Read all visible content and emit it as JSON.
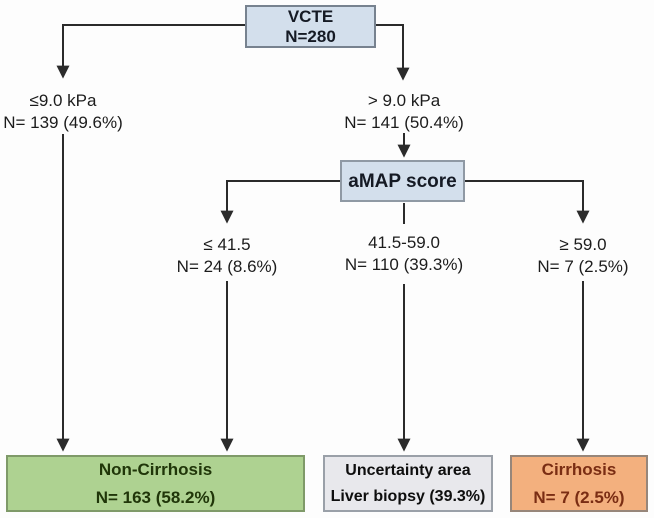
{
  "flowchart": {
    "root": {
      "title": "VCTE",
      "subtitle": "N=280"
    },
    "branch_low": {
      "line1": "≤9.0 kPa",
      "line2": "N= 139 (49.6%)"
    },
    "branch_high": {
      "line1": "> 9.0 kPa",
      "line2": "N= 141 (50.4%)"
    },
    "amap": {
      "title": "aMAP score"
    },
    "sub_low": {
      "line1": "≤ 41.5",
      "line2": "N= 24 (8.6%)"
    },
    "sub_mid": {
      "line1": "41.5-59.0",
      "line2": "N= 110 (39.3%)"
    },
    "sub_high": {
      "line1": "≥ 59.0",
      "line2": "N= 7 (2.5%)"
    },
    "outcome_noncirrhosis": {
      "line1": "Non-Cirrhosis",
      "line2": "N= 163 (58.2%)"
    },
    "outcome_uncertain": {
      "line1": "Uncertainty area",
      "line2": "Liver biopsy (39.3%)"
    },
    "outcome_cirrhosis": {
      "line1": "Cirrhosis",
      "line2": "N= 7 (2.5%)"
    }
  },
  "colors": {
    "decision_node_fill": "#d3dfec",
    "decision_node_border": "#77828f",
    "noncirrhosis_fill": "#aed291",
    "noncirrhosis_text": "#203609",
    "uncertain_fill": "#e8e8ec",
    "cirrhosis_fill": "#f3b07e",
    "cirrhosis_text": "#7a2d13",
    "connector": "#2b2b2b"
  }
}
